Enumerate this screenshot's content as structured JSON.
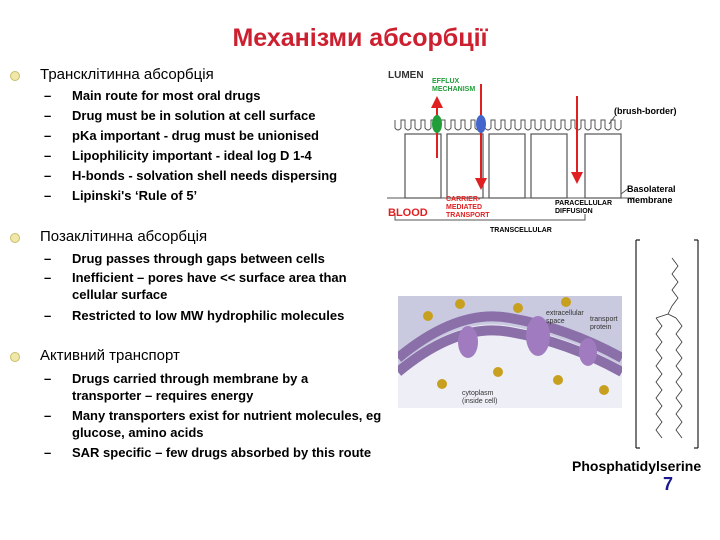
{
  "slide": {
    "title": "Механізми абсорбції",
    "page_number": "7"
  },
  "sections": [
    {
      "heading": "Трансклітинна абсорбція",
      "items": [
        "Main route for most oral drugs",
        "Drug must be in solution at cell surface",
        "pKa important - drug must be unionised",
        "Lipophilicity important - ideal log D 1-4",
        "H-bonds - solvation shell needs dispersing",
        "Lipinski's ‘Rule of 5’"
      ]
    },
    {
      "heading": "Позаклітинна абсорбція",
      "items": [
        "Drug passes through gaps between cells",
        "Inefficient – pores have << surface area than cellular surface",
        "Restricted to low MW hydrophilic molecules"
      ]
    },
    {
      "heading": "Активний транспорт",
      "items": [
        "Drugs carried through membrane by a transporter – requires energy",
        "Many transporters exist for nutrient molecules, eg glucose, amino acids",
        "SAR specific – few drugs absorbed by this route"
      ]
    }
  ],
  "figure_absorption": {
    "lumen": "LUMEN",
    "efflux": "EFFLUX MECHANISM",
    "brush_border": "(brush-border)",
    "basolateral": "Basolateral membrane",
    "blood": "BLOOD",
    "carrier": "CARRIER-MEDIATED TRANSPORT",
    "paracellular": "PARACELLULAR DIFFUSION",
    "transcellular": "TRANSCELLULAR"
  },
  "figure_transport": {
    "extracellular": "extracellular space",
    "transport_protein": "transport protein",
    "cytoplasm": "cytoplasm (inside cell)"
  },
  "figure_lipid": {
    "label": "Phosphatidylserine"
  },
  "colors": {
    "title": "#cc1f2f",
    "figure_red": "#e02020",
    "page_number": "#1a1a8c"
  }
}
